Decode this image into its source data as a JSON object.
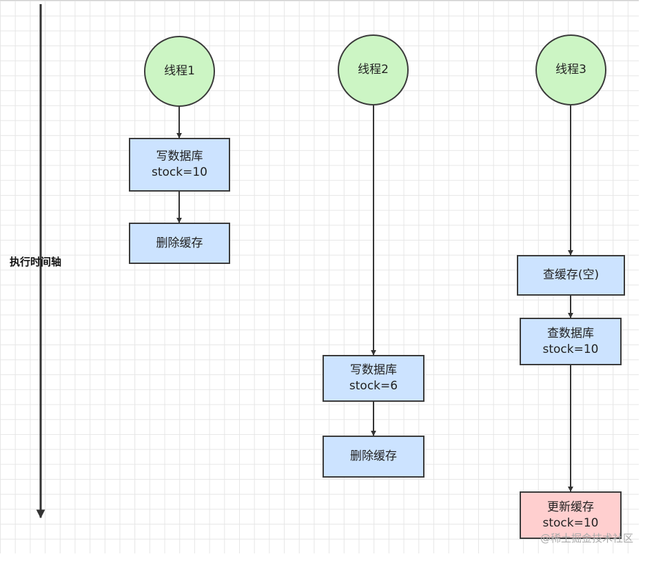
{
  "timeline": {
    "label": "执行时间轴"
  },
  "threads": [
    {
      "name": "线程1",
      "steps": [
        {
          "lines": [
            "写数据库",
            "stock=10"
          ]
        },
        {
          "lines": [
            "删除缓存"
          ]
        }
      ]
    },
    {
      "name": "线程2",
      "steps": [
        {
          "lines": [
            "写数据库",
            "stock=6"
          ]
        },
        {
          "lines": [
            "删除缓存"
          ]
        }
      ]
    },
    {
      "name": "线程3",
      "steps": [
        {
          "lines": [
            "查缓存(空)"
          ]
        },
        {
          "lines": [
            "查数据库",
            "stock=10"
          ]
        },
        {
          "lines": [
            "更新缓存",
            "stock=10"
          ],
          "highlight": true
        }
      ]
    }
  ],
  "colors": {
    "thread_fill": "#ccf5c4",
    "step_fill": "#cce3ff",
    "highlight_fill": "#ffcfcf",
    "stroke": "#3a3a3a"
  },
  "watermark": "@稀土掘金技术社区"
}
